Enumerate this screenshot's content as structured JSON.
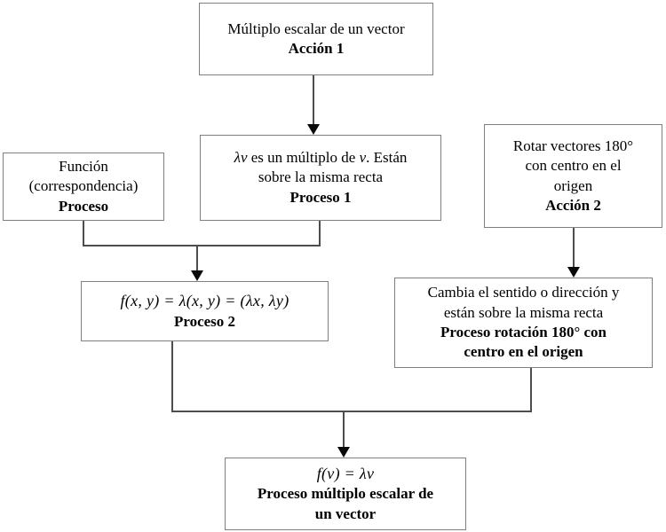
{
  "nodes": {
    "accion1": {
      "line1": "Múltiplo escalar de un vector",
      "label": "Acción 1"
    },
    "proceso1": {
      "math1": "λv",
      "text1": " es un múltiplo de ",
      "math2": "v",
      "text2": ". Están",
      "line2": "sobre la misma recta",
      "label": "Proceso 1"
    },
    "proceso": {
      "line1": "Función",
      "line2": "(correspondencia)",
      "label": "Proceso"
    },
    "accion2": {
      "line1": "Rotar vectores 180°",
      "line2": "con centro en el",
      "line3": "origen",
      "label": "Acción 2"
    },
    "proceso2": {
      "formula": "f(x, y) = λ(x, y) = (λx, λy)",
      "label": "Proceso 2"
    },
    "rotacion180": {
      "line1": "Cambia el sentido o dirección y",
      "line2": "están sobre la misma recta",
      "label1": "Proceso rotación 180° con",
      "label2": "centro en el origen"
    },
    "resultado": {
      "formula": "f(v) = λv",
      "label1": "Proceso múltiplo escalar de",
      "label2": "un vector"
    }
  },
  "colors": {
    "background": "#ffffff",
    "box_fill": "#ffffff",
    "box_border": "#7f7f7f",
    "connector": "#4d4d4d",
    "arrowhead": "#0a0a0a",
    "text": "#000000"
  }
}
